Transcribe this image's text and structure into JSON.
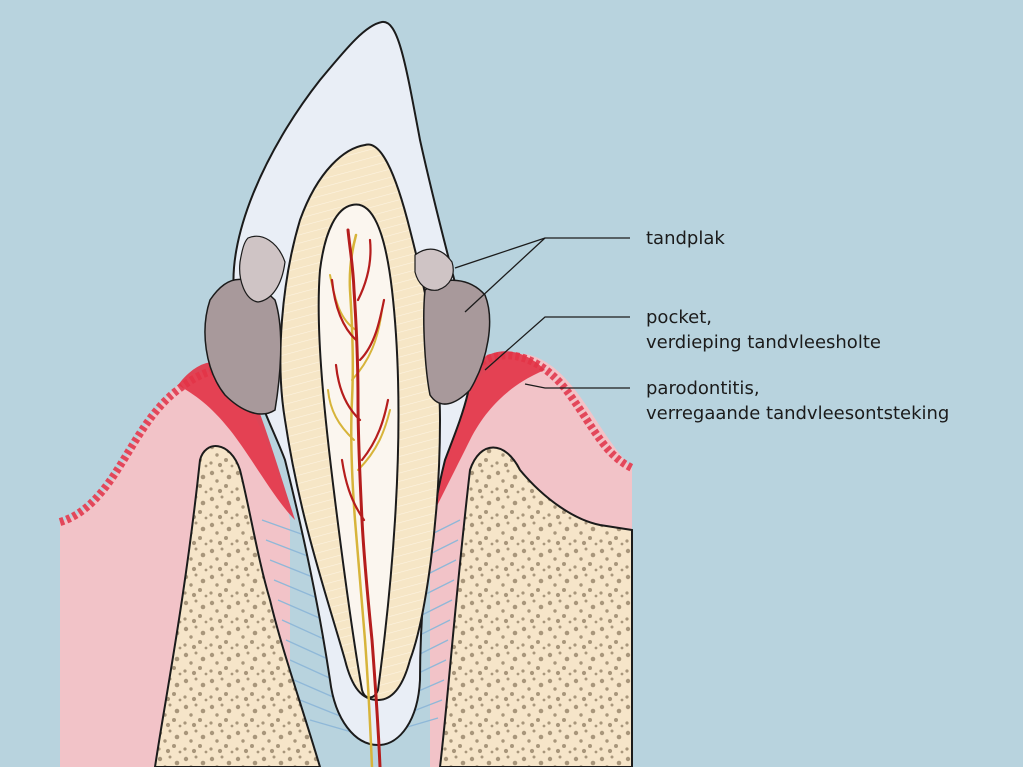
{
  "labels": {
    "plaque": "tandplak",
    "pocket_line1": "pocket,",
    "pocket_line2": "verdieping tandvleesholte",
    "perio_line1": "parodontitis,",
    "perio_line2": "verregaande tandvleesontsteking"
  },
  "colors": {
    "background": "#b8d3de",
    "gum": "#f2c3c8",
    "gum_edge": "#e3475a",
    "inflamed": "#e23346",
    "bone": "#f6e5c9",
    "bone_dots": "#a8967b",
    "enamel": "#e9eef6",
    "dentin": "#f6e6c6",
    "pulp": "#fbf6ef",
    "nerve": "#b51d1d",
    "nerve_yellow": "#d7b43a",
    "plaque": "#a8999b",
    "ligament": "#8fb8d8"
  }
}
